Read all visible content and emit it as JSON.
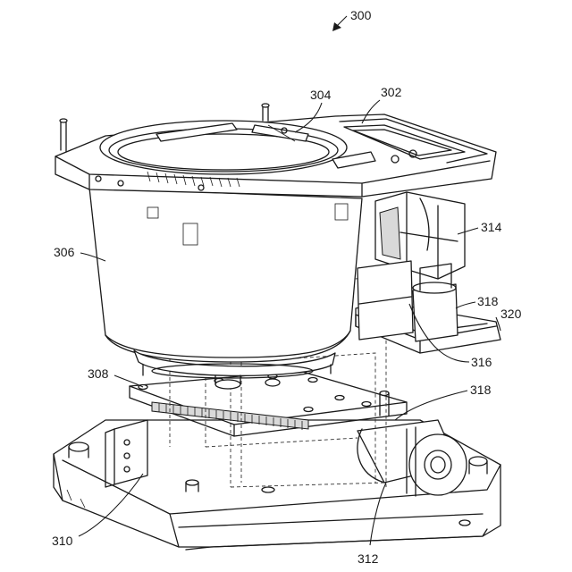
{
  "figure": {
    "number": "300",
    "labels": {
      "l302": "302",
      "l304": "304",
      "l306": "306",
      "l308": "308",
      "l310": "310",
      "l312": "312",
      "l314": "314",
      "l316": "316",
      "l318a": "318",
      "l318b": "318",
      "l320": "320"
    }
  }
}
